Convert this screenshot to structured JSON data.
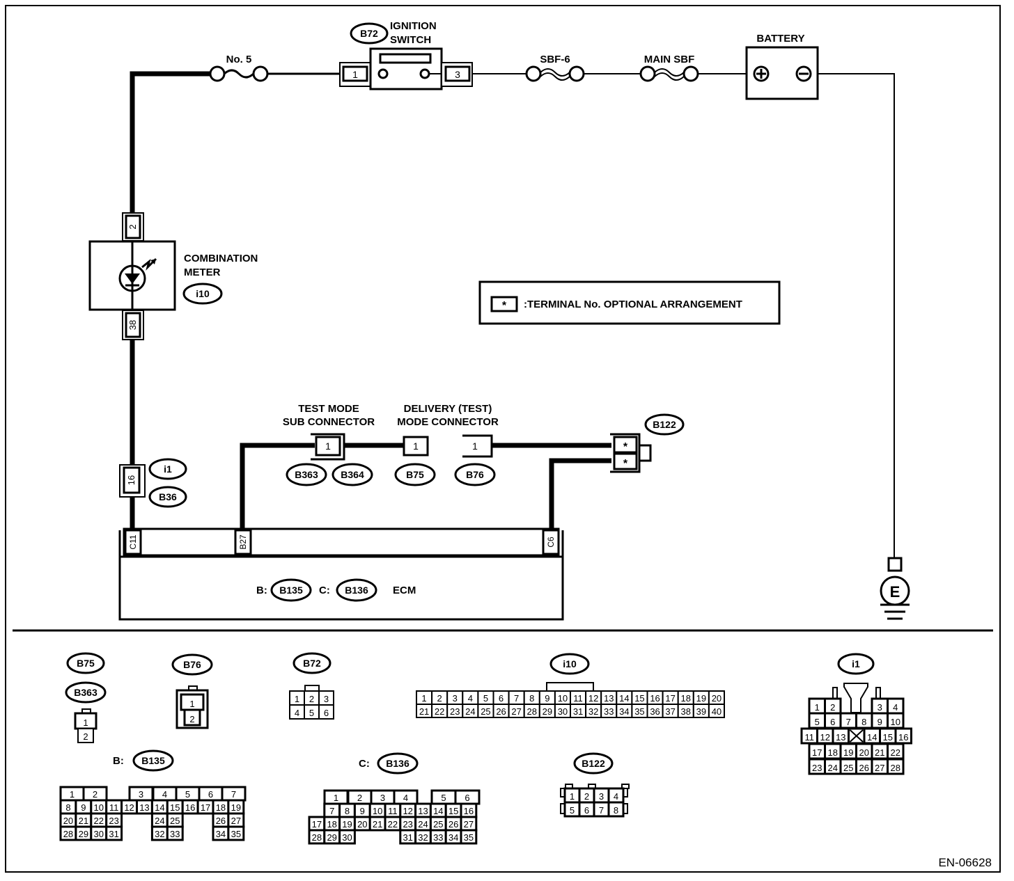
{
  "diagram_id": "EN-06628",
  "colors": {
    "ink": "#000000",
    "paper": "#ffffff"
  },
  "legend": {
    "symbol": "*",
    "text": ":TERMINAL No. OPTIONAL ARRANGEMENT"
  },
  "components": {
    "fuse_no5": {
      "label": "No. 5"
    },
    "ignition_switch": {
      "connector": "B72",
      "label_line1": "IGNITION",
      "label_line2": "SWITCH",
      "pin_in": "1",
      "pin_out": "3"
    },
    "sbf6": {
      "label": "SBF-6"
    },
    "main_sbf": {
      "label": "MAIN SBF"
    },
    "battery": {
      "label": "BATTERY",
      "plus": "+",
      "minus": "−"
    },
    "combination_meter": {
      "label_line1": "COMBINATION",
      "label_line2": "METER",
      "connector": "i10",
      "pin_top": "2",
      "pin_bottom": "38"
    },
    "harness_joint": {
      "pin": "16",
      "connectors": [
        "i1",
        "B36"
      ]
    },
    "test_mode_sub": {
      "label_line1": "TEST MODE",
      "label_line2": "SUB CONNECTOR",
      "pin": "1",
      "connectors": [
        "B363",
        "B364"
      ]
    },
    "delivery_mode": {
      "label_line1": "DELIVERY (TEST)",
      "label_line2": "MODE CONNECTOR",
      "pin_b75": "1",
      "pin_b76": "1",
      "connectors": [
        "B75",
        "B76"
      ]
    },
    "b122": {
      "connector": "B122",
      "pins": [
        "*",
        "*"
      ]
    },
    "ecm": {
      "label": "ECM",
      "prefix_b": "B:",
      "connector_b": "B135",
      "prefix_c": "C:",
      "connector_c": "B136",
      "pins": [
        "C11",
        "B27",
        "C6"
      ]
    },
    "ground": {
      "label": "E"
    }
  },
  "connector_views": [
    {
      "id": "B75",
      "extra": "B363",
      "rows": [
        [
          "1"
        ],
        [
          "2"
        ]
      ]
    },
    {
      "id": "B76",
      "rows": [
        [
          "1"
        ],
        [
          "2"
        ]
      ]
    },
    {
      "id": "B72",
      "rows": [
        [
          "1",
          "2",
          "3"
        ],
        [
          "4",
          "5",
          "6"
        ]
      ]
    },
    {
      "id": "i10",
      "rows": [
        [
          "1",
          "2",
          "3",
          "4",
          "5",
          "6",
          "7",
          "8",
          "9",
          "10",
          "11",
          "12",
          "13",
          "14",
          "15",
          "16",
          "17",
          "18",
          "19",
          "20"
        ],
        [
          "21",
          "22",
          "23",
          "24",
          "25",
          "26",
          "27",
          "28",
          "29",
          "30",
          "31",
          "32",
          "33",
          "34",
          "35",
          "36",
          "37",
          "38",
          "39",
          "40"
        ]
      ]
    },
    {
      "id": "i1",
      "rows": [
        [
          "1",
          "2",
          "",
          "",
          "3",
          "4"
        ],
        [
          "5",
          "6",
          "7",
          "8",
          "9",
          "10"
        ],
        [
          "11",
          "12",
          "13",
          "X",
          "14",
          "15",
          "16"
        ],
        [
          "17",
          "18",
          "19",
          "20",
          "21",
          "22"
        ],
        [
          "23",
          "24",
          "25",
          "26",
          "27",
          "28"
        ]
      ]
    },
    {
      "id": "B135",
      "prefix": "B:",
      "rows": [
        [
          "1",
          "2",
          "",
          "3",
          "4",
          "5",
          "6",
          "7"
        ],
        [
          "8",
          "9",
          "10",
          "11",
          "12",
          "13",
          "14",
          "15",
          "16",
          "17",
          "18",
          "19"
        ],
        [
          "20",
          "21",
          "22",
          "23",
          "24",
          "25",
          "26",
          "27"
        ],
        [
          "28",
          "29",
          "30",
          "31",
          "32",
          "33",
          "34",
          "35"
        ]
      ]
    },
    {
      "id": "B136",
      "prefix": "C:",
      "rows": [
        [
          "1",
          "2",
          "3",
          "4",
          "",
          "5",
          "6"
        ],
        [
          "7",
          "8",
          "9",
          "10",
          "11",
          "12",
          "13",
          "14",
          "15",
          "16"
        ],
        [
          "17",
          "18",
          "19",
          "20",
          "21",
          "22",
          "23",
          "24",
          "25",
          "26",
          "27"
        ],
        [
          "28",
          "29",
          "30",
          "31",
          "32",
          "33",
          "34",
          "35"
        ]
      ]
    },
    {
      "id": "B122",
      "rows": [
        [
          "1",
          "2",
          "3",
          "4"
        ],
        [
          "5",
          "6",
          "7",
          "8"
        ]
      ]
    }
  ]
}
